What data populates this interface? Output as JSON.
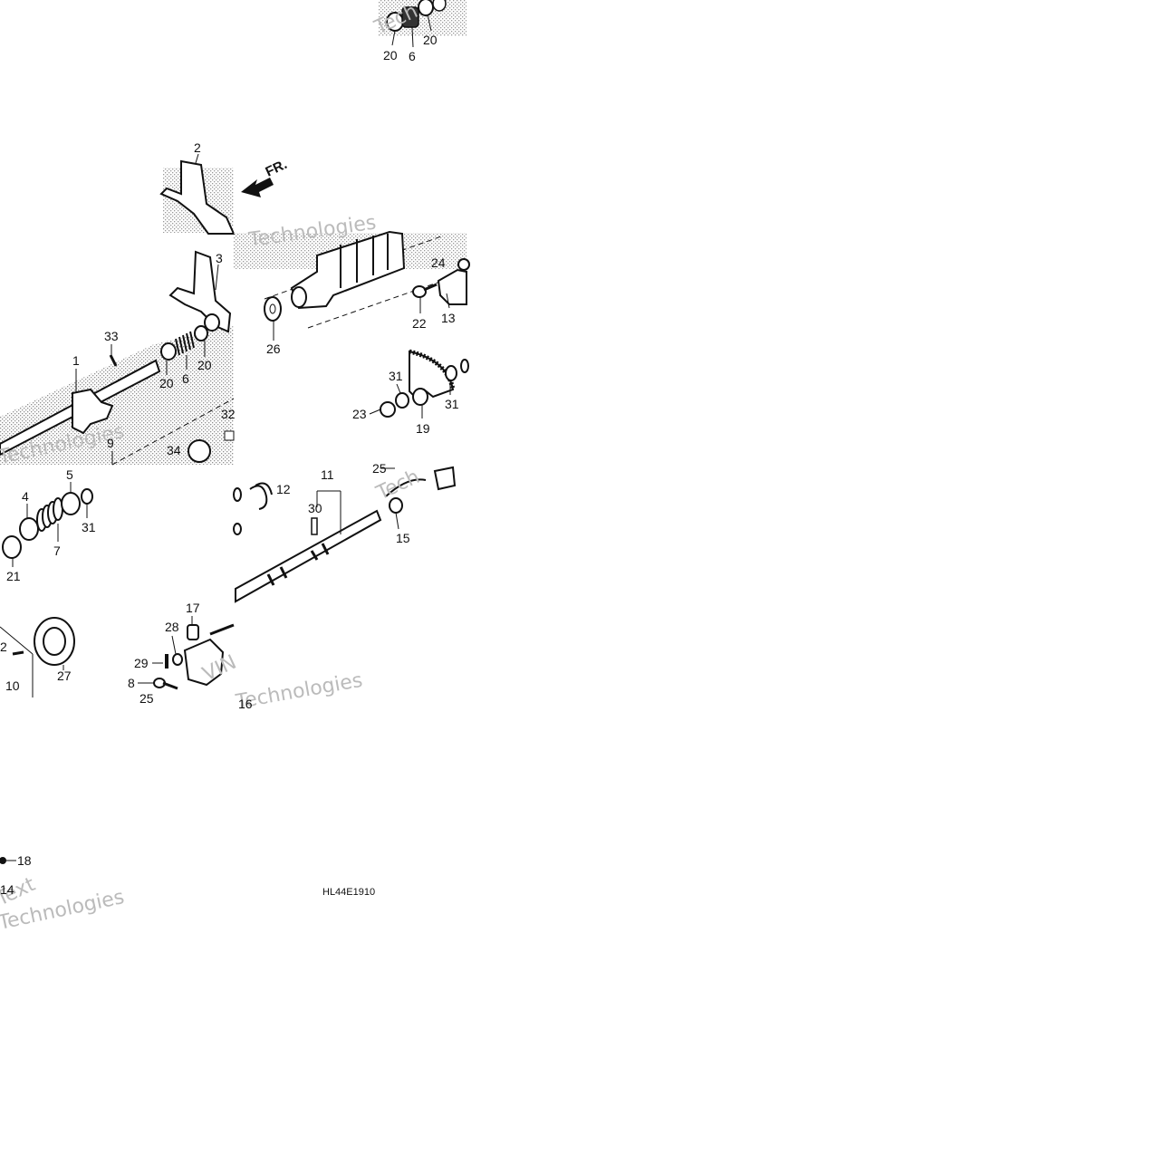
{
  "diagram": {
    "code": "HL44E1910",
    "direction_label": "FR.",
    "watermarks": [
      "Tech",
      "Technologies",
      "VIN",
      "Tech",
      "Technologies",
      "Text",
      "Technologies",
      "Technologies"
    ],
    "callouts": [
      "20",
      "6",
      "20",
      "2",
      "3",
      "33",
      "1",
      "20",
      "6",
      "20",
      "24",
      "22",
      "13",
      "26",
      "31",
      "23",
      "19",
      "31",
      "9",
      "34",
      "32",
      "5",
      "4",
      "7",
      "31",
      "21",
      "12",
      "11",
      "30",
      "25",
      "15",
      "17",
      "28",
      "29",
      "8",
      "25",
      "27",
      "2",
      "10",
      "16",
      "18",
      "14"
    ]
  }
}
